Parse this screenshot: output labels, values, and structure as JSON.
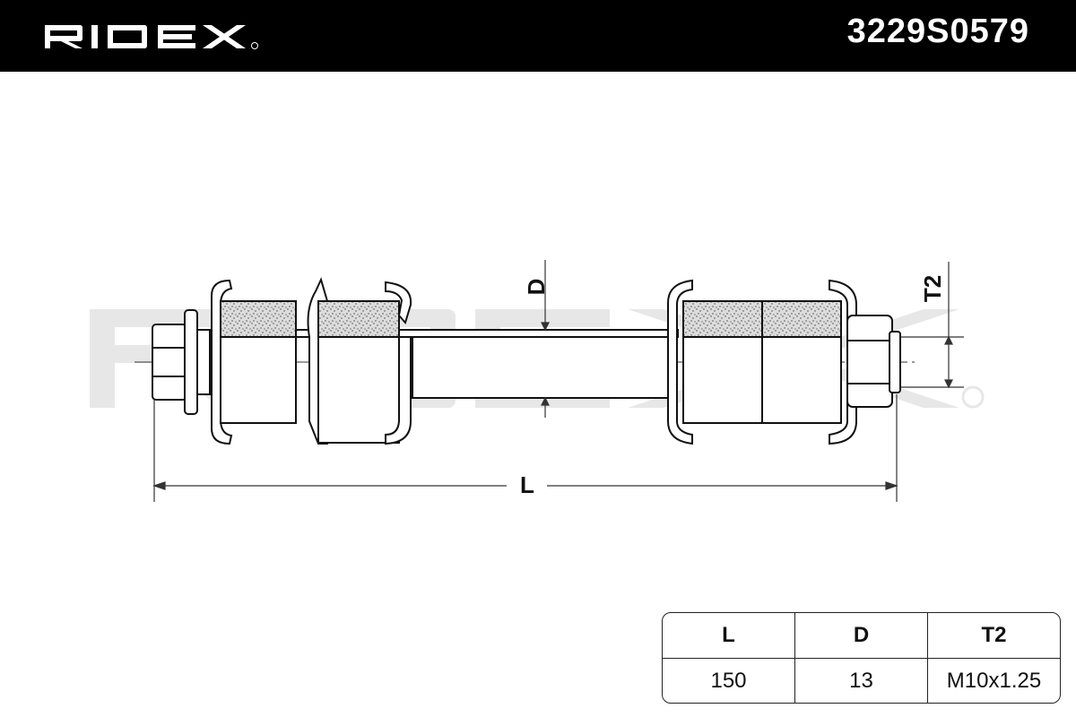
{
  "header": {
    "brand": "RIDEX",
    "part_number": "3229S0579"
  },
  "drawing": {
    "dimension_labels": {
      "length": "L",
      "diameter": "D",
      "thread": "T2"
    }
  },
  "spec_table": {
    "headers": [
      "L",
      "D",
      "T2"
    ],
    "values": [
      "150",
      "13",
      "M10x1.25"
    ]
  }
}
